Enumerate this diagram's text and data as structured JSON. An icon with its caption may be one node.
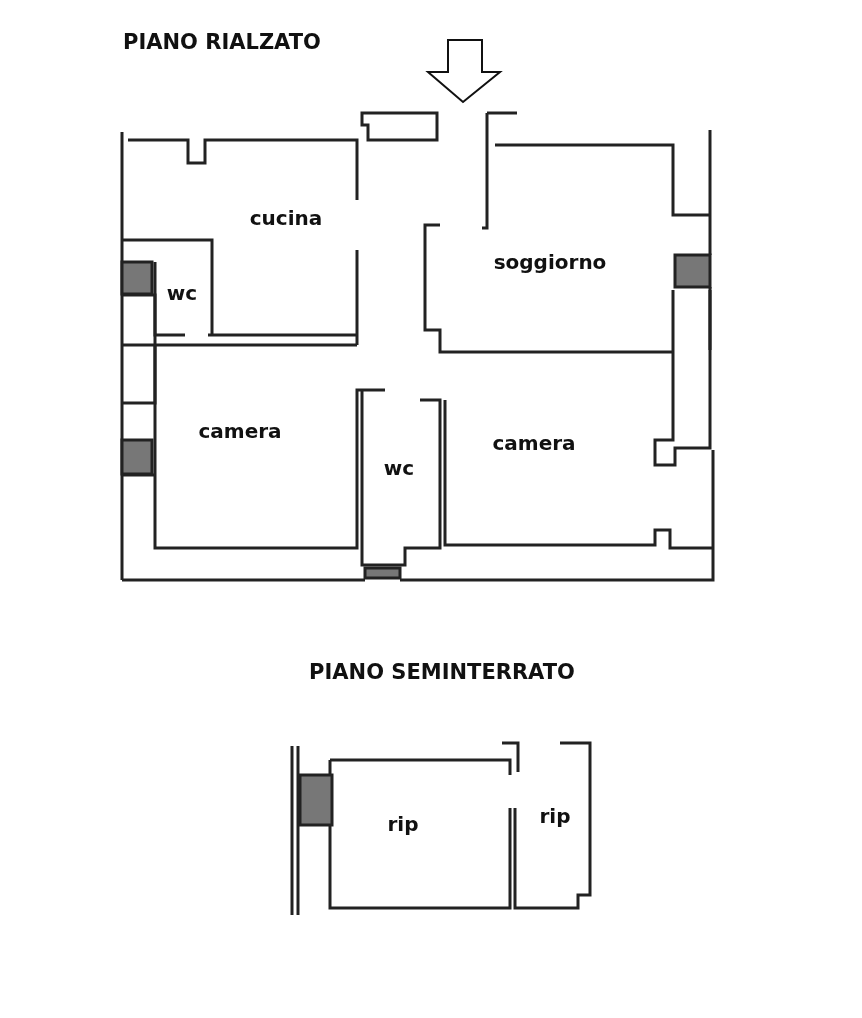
{
  "diagram": {
    "labels": [
      "PIANO RIALZATO",
      "cucina",
      "soggiorno",
      "wc",
      "camera",
      "wc",
      "camera",
      "PIANO SEMINTERRATO",
      "rip",
      "rip"
    ]
  }
}
